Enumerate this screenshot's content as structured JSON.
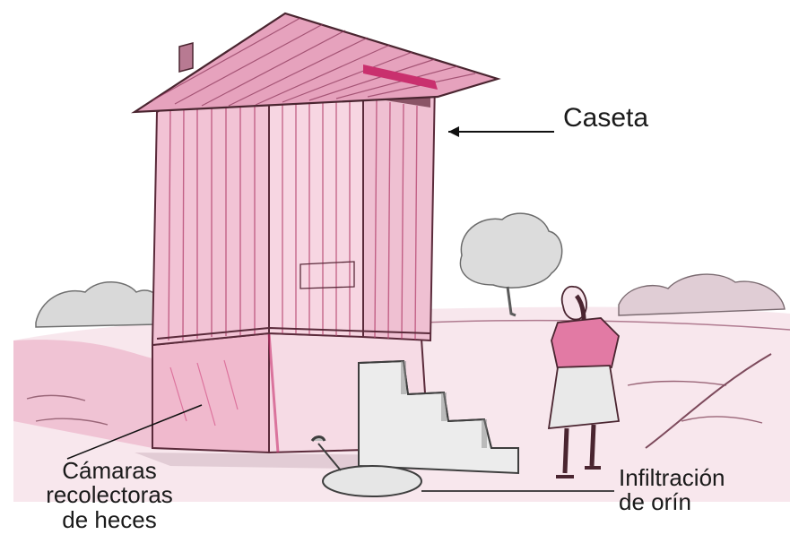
{
  "labels": {
    "caseta": "Caseta",
    "camaras_line1": "Cámaras",
    "camaras_line2": "recolectoras",
    "camaras_line3": "de heces",
    "infiltracion_line1": "Infiltración",
    "infiltracion_line2": "de orín"
  },
  "colors": {
    "pink": "#c9306e",
    "pink_light": "#ecb3c8",
    "ink": "#4a2530",
    "gray": "#8a8a8a"
  }
}
